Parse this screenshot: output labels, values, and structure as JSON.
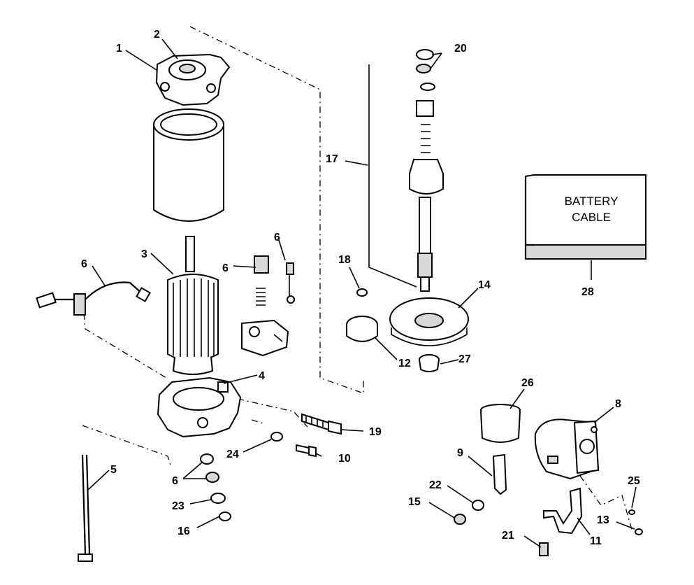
{
  "diagram": {
    "callouts": {
      "c1": "1",
      "c2": "2",
      "c3": "3",
      "c4": "4",
      "c5": "5",
      "c6a": "6",
      "c6b": "6",
      "c6c": "6",
      "c6d": "6",
      "c8": "8",
      "c9": "9",
      "c10": "10",
      "c11": "11",
      "c12": "12",
      "c13": "13",
      "c14": "14",
      "c15": "15",
      "c16": "16",
      "c17": "17",
      "c18": "18",
      "c19": "19",
      "c20": "20",
      "c21": "21",
      "c22": "22",
      "c23": "23",
      "c24": "24",
      "c25": "25",
      "c26": "26",
      "c27": "27",
      "c28": "28"
    },
    "battery_cable_box": {
      "line1": "BATTERY",
      "line2": "CABLE"
    }
  }
}
